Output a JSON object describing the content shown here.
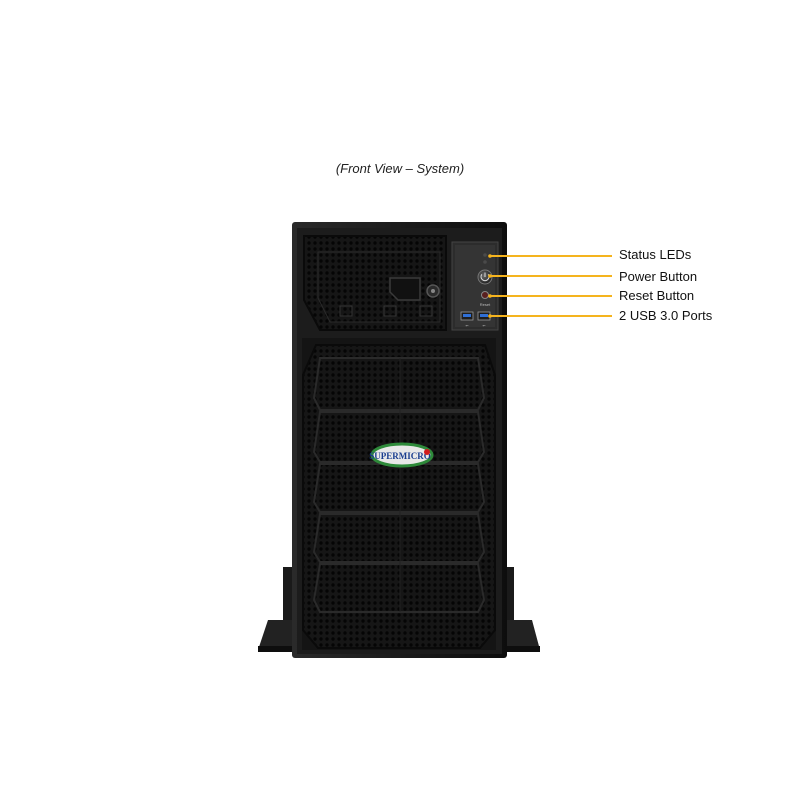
{
  "caption": "(Front View – System)",
  "brand_logo_text": "SUPERMICRO",
  "panel_text": {
    "reset": "Reset"
  },
  "callouts": [
    {
      "label": "Status LEDs"
    },
    {
      "label": "Power Button"
    },
    {
      "label": "Reset Button"
    },
    {
      "label": "2 USB 3.0 Ports"
    }
  ],
  "colors": {
    "leader_line": "#f5b41e",
    "chassis": "#1c1c1c",
    "bezel": "#121212",
    "logo_green": "#2e8a3a",
    "logo_red": "#d11c1c",
    "usb_blue": "#2f6fd6"
  }
}
